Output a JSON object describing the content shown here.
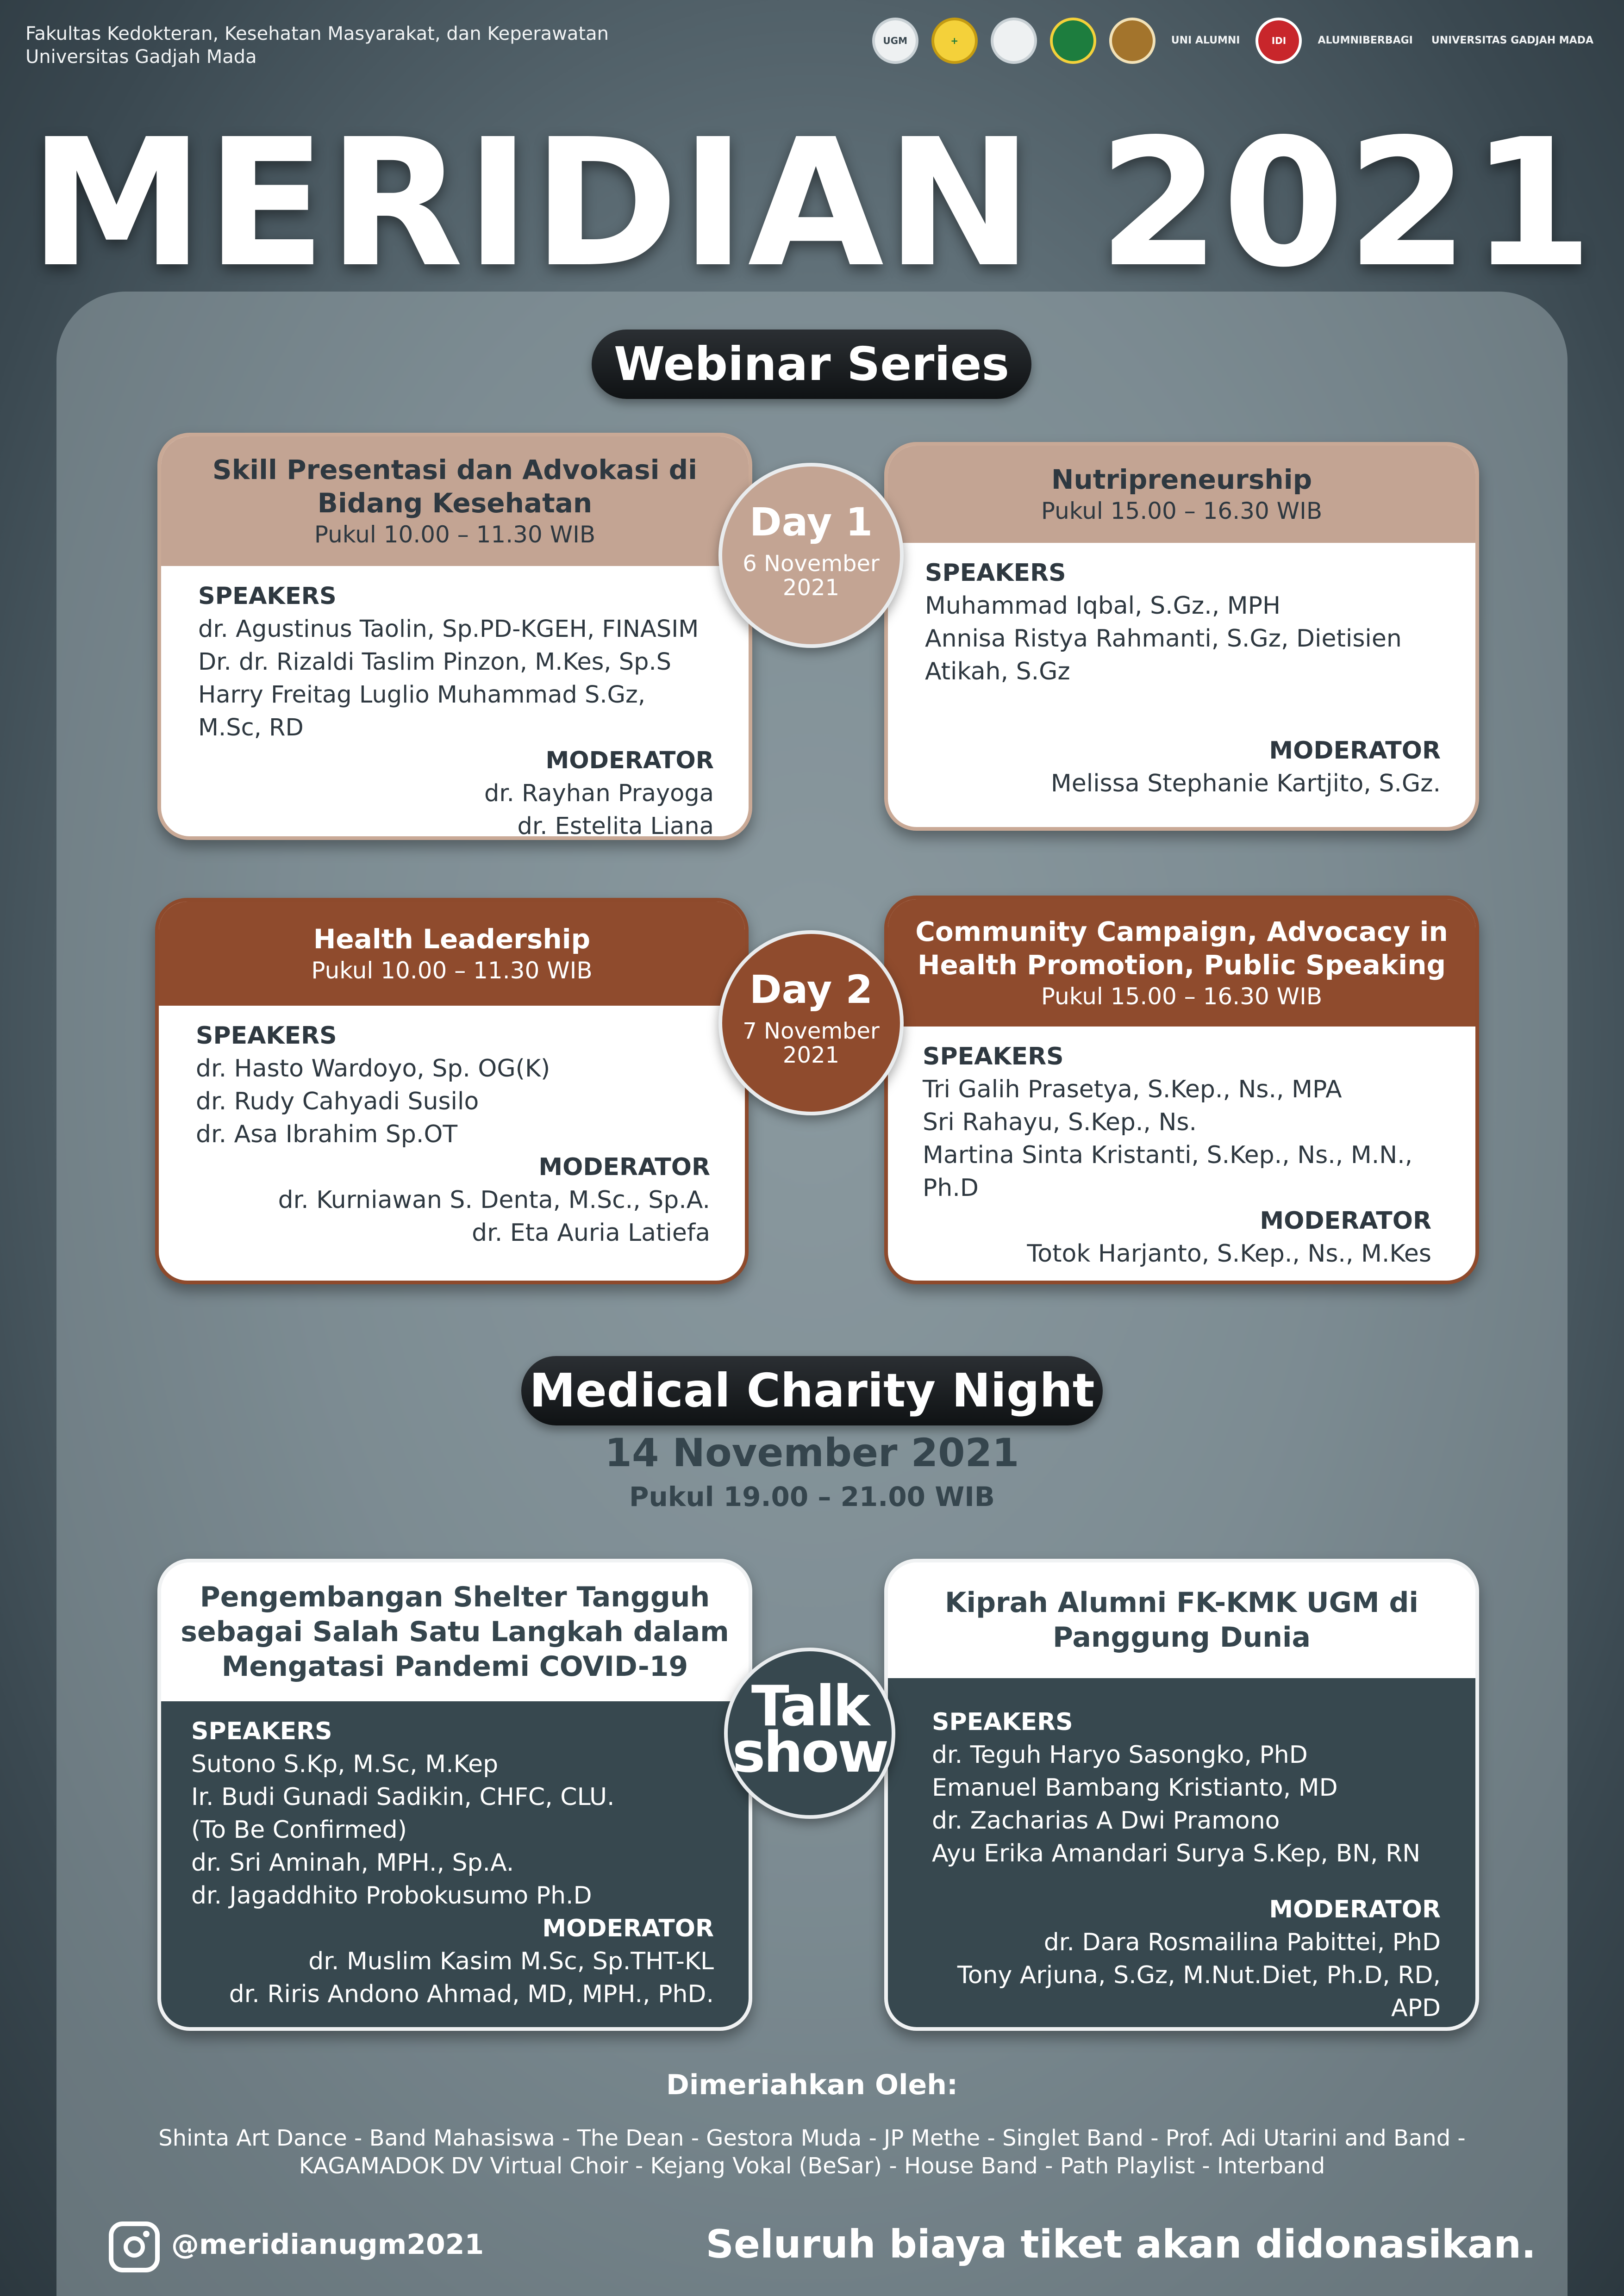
{
  "header": {
    "institution_line1": "Fakultas Kedokteran, Kesehatan Masyarakat, dan Keperawatan",
    "institution_line2": "Universitas Gadjah Mada"
  },
  "logos": [
    {
      "text": "UGM",
      "icon": "ugm-hospital-seal-icon",
      "style": "light"
    },
    {
      "text": "+",
      "icon": "health-cross-icon",
      "style": "yellow"
    },
    {
      "text": "",
      "icon": "emblem-icon",
      "style": "light"
    },
    {
      "text": "",
      "icon": "green-seal-icon",
      "style": "green"
    },
    {
      "text": "",
      "icon": "brown-seal-icon",
      "style": "brown"
    },
    {
      "text": "UNI ALUMNI",
      "icon": "unialumni-logo-icon",
      "style": "wide"
    },
    {
      "text": "IDI",
      "icon": "idi-logo-icon",
      "style": "red"
    },
    {
      "text": "ALUMNIBERBAGI",
      "icon": "alumniberbagi-logo-icon",
      "style": "wide"
    },
    {
      "text": "UNIVERSITAS GADJAH MADA",
      "icon": "ugm-seal-icon",
      "style": "wide"
    }
  ],
  "title": "MERIDIAN 2021",
  "webinar": {
    "label": "Webinar Series",
    "day1": {
      "day": "Day 1",
      "date": "6 November 2021"
    },
    "day2": {
      "day": "Day 2",
      "date": "7 November 2021"
    },
    "cards": [
      {
        "title": "Skill Presentasi dan Advokasi di Bidang Kesehatan",
        "time": "Pukul 10.00 – 11.30 WIB",
        "speakers_label": "SPEAKERS",
        "speakers": [
          "dr. Agustinus Taolin, Sp.PD-KGEH, FINASIM",
          "Dr. dr. Rizaldi Taslim Pinzon, M.Kes, Sp.S",
          "Harry Freitag Luglio Muhammad S.Gz, M.Sc, RD"
        ],
        "moderator_label": "MODERATOR",
        "moderators": [
          "dr. Rayhan Prayoga",
          "dr. Estelita Liana"
        ]
      },
      {
        "title": "Nutripreneurship",
        "time": "Pukul 15.00 – 16.30 WIB",
        "speakers_label": "SPEAKERS",
        "speakers": [
          "Muhammad Iqbal, S.Gz., MPH",
          "Annisa Ristya Rahmanti, S.Gz, Dietisien",
          "Atikah, S.Gz"
        ],
        "moderator_label": "MODERATOR",
        "moderators": [
          "Melissa Stephanie Kartjito, S.Gz."
        ]
      },
      {
        "title": "Health Leadership",
        "time": "Pukul 10.00 – 11.30 WIB",
        "speakers_label": "SPEAKERS",
        "speakers": [
          "dr. Hasto Wardoyo, Sp. OG(K)",
          "dr. Rudy Cahyadi Susilo",
          "dr. Asa Ibrahim Sp.OT"
        ],
        "moderator_label": "MODERATOR",
        "moderators": [
          "dr. Kurniawan S. Denta, M.Sc., Sp.A.",
          "dr. Eta Auria Latiefa"
        ]
      },
      {
        "title": "Community Campaign, Advocacy in Health Promotion, Public Speaking",
        "time": "Pukul 15.00 – 16.30 WIB",
        "speakers_label": "SPEAKERS",
        "speakers": [
          "Tri Galih Prasetya, S.Kep., Ns., MPA",
          "Sri Rahayu, S.Kep., Ns.",
          "Martina Sinta Kristanti, S.Kep., Ns., M.N., Ph.D"
        ],
        "moderator_label": "MODERATOR",
        "moderators": [
          "Totok Harjanto, S.Kep., Ns., M.Kes"
        ]
      }
    ]
  },
  "charity": {
    "label": "Medical Charity Night",
    "date": "14 November 2021",
    "time": "Pukul 19.00 – 21.00 WIB",
    "talkshow_line1": "Talk",
    "talkshow_line2": "show",
    "cards": [
      {
        "title": "Pengembangan Shelter Tangguh sebagai Salah Satu Langkah dalam Mengatasi Pandemi COVID-19",
        "speakers_label": "SPEAKERS",
        "speakers": [
          "Sutono S.Kp, M.Sc, M.Kep",
          "Ir. Budi Gunadi Sadikin, CHFC, CLU.",
          "(To Be Confirmed)",
          "dr. Sri Aminah, MPH., Sp.A.",
          "dr. Jagaddhito Probokusumo Ph.D"
        ],
        "moderator_label": "MODERATOR",
        "moderators": [
          "dr. Muslim Kasim M.Sc, Sp.THT-KL",
          "dr. Riris Andono Ahmad, MD, MPH., PhD."
        ]
      },
      {
        "title": "Kiprah Alumni FK-KMK UGM di Panggung Dunia",
        "speakers_label": "SPEAKERS",
        "speakers": [
          "dr. Teguh Haryo Sasongko, PhD",
          "Emanuel Bambang Kristianto, MD",
          "dr. Zacharias A Dwi Pramono",
          "Ayu Erika Amandari Surya S.Kep, BN, RN"
        ],
        "moderator_label": "MODERATOR",
        "moderators": [
          "dr. Dara Rosmailina Pabittei, PhD",
          "Tony Arjuna, S.Gz, M.Nut.Diet, Ph.D, RD, APD"
        ]
      }
    ]
  },
  "entertainment": {
    "heading": "Dimeriahkan Oleh:",
    "line1": "Shinta Art Dance - Band Mahasiswa - The Dean - Gestora Muda - JP Methe - Singlet Band - Prof. Adi Utarini and Band -",
    "line2": "KAGAMADOK DV Virtual Choir - Kejang Vokal (BeSar) - House Band - Path Playlist - Interband"
  },
  "footer": {
    "instagram_icon": "instagram-icon",
    "handle": "@meridianugm2021",
    "donation": "Seluruh biaya tiket akan didonasikan."
  }
}
